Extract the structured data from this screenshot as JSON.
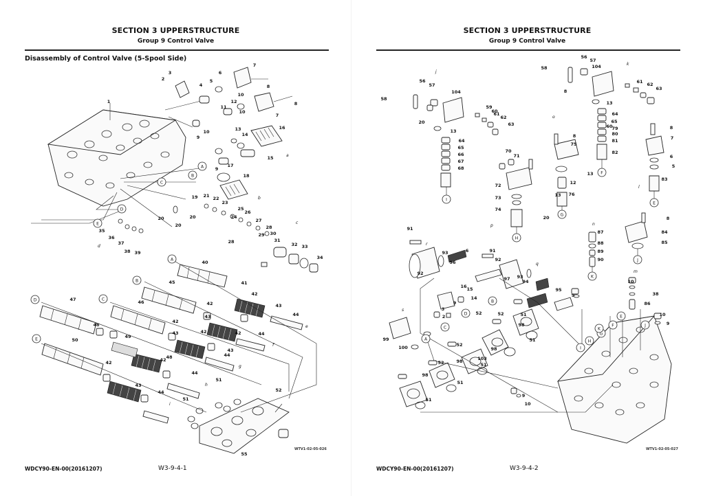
{
  "left_page": {
    "header_title": "SECTION 3 UPPERSTRUCTURE",
    "header_subtitle": "Group 9 Control Valve",
    "section_title": "Disassembly of Control Valve (5-Spool Side)",
    "figure_code": "WTV1-02-05-026",
    "footer_code": "WDCY90-EN-00(20161207)",
    "footer_page": "W3-9-4-1",
    "callouts": [
      "1",
      "2",
      "3",
      "4",
      "5",
      "6",
      "7",
      "7",
      "8",
      "8",
      "9",
      "9",
      "10",
      "10",
      "10",
      "11",
      "12",
      "13",
      "14",
      "15",
      "16",
      "17",
      "18",
      "19",
      "20",
      "20",
      "20",
      "21",
      "22",
      "23",
      "24",
      "25",
      "26",
      "27",
      "28",
      "28",
      "29",
      "30",
      "31",
      "32",
      "33",
      "34",
      "35",
      "36",
      "37",
      "38",
      "39",
      "40",
      "41",
      "42",
      "42",
      "42",
      "42",
      "42",
      "42",
      "42",
      "43",
      "43",
      "43",
      "43",
      "43",
      "44",
      "44",
      "44",
      "44",
      "44",
      "45",
      "46",
      "47",
      "48",
      "48",
      "49",
      "50",
      "51",
      "51",
      "52",
      "55"
    ],
    "letter_tags": [
      "A",
      "B",
      "C",
      "D",
      "E",
      "A",
      "B",
      "C",
      "D",
      "E"
    ],
    "small_letters": [
      "a",
      "b",
      "c",
      "d",
      "e",
      "f",
      "g",
      "h",
      "i"
    ]
  },
  "right_page": {
    "header_title": "SECTION 3 UPPERSTRUCTURE",
    "header_subtitle": "Group 9 Control Valve",
    "figure_code": "WTV1-02-05-027",
    "footer_code": "WDCY90-EN-00(20161207)",
    "footer_page": "W3-9-4-2",
    "callouts": [
      "2",
      "3",
      "5",
      "6",
      "6",
      "7",
      "8",
      "8",
      "8",
      "8",
      "9",
      "9",
      "9",
      "9",
      "10",
      "10",
      "10",
      "12",
      "13",
      "13",
      "13",
      "13",
      "14",
      "15",
      "16",
      "20",
      "20",
      "38",
      "51",
      "51",
      "51",
      "51",
      "51",
      "52",
      "52",
      "52",
      "52",
      "56",
      "56",
      "57",
      "57",
      "58",
      "58",
      "59",
      "60",
      "60",
      "61",
      "61",
      "62",
      "62",
      "63",
      "63",
      "64",
      "64",
      "65",
      "65",
      "66",
      "67",
      "68",
      "70",
      "71",
      "72",
      "73",
      "74",
      "75",
      "76",
      "79",
      "80",
      "81",
      "82",
      "83",
      "84",
      "85",
      "86",
      "87",
      "88",
      "89",
      "90",
      "91",
      "91",
      "92",
      "92",
      "93",
      "93",
      "94",
      "95",
      "96",
      "97",
      "98",
      "98",
      "98",
      "98",
      "99",
      "100",
      "103",
      "104",
      "104"
    ],
    "letter_tags": [
      "I",
      "H",
      "G",
      "F",
      "E",
      "K",
      "J",
      "A",
      "B",
      "C",
      "D",
      "E",
      "F",
      "G",
      "H",
      "I",
      "J",
      "K"
    ],
    "small_letters": [
      "j",
      "k",
      "o",
      "l",
      "p",
      "n",
      "m",
      "q",
      "r",
      "s"
    ]
  }
}
